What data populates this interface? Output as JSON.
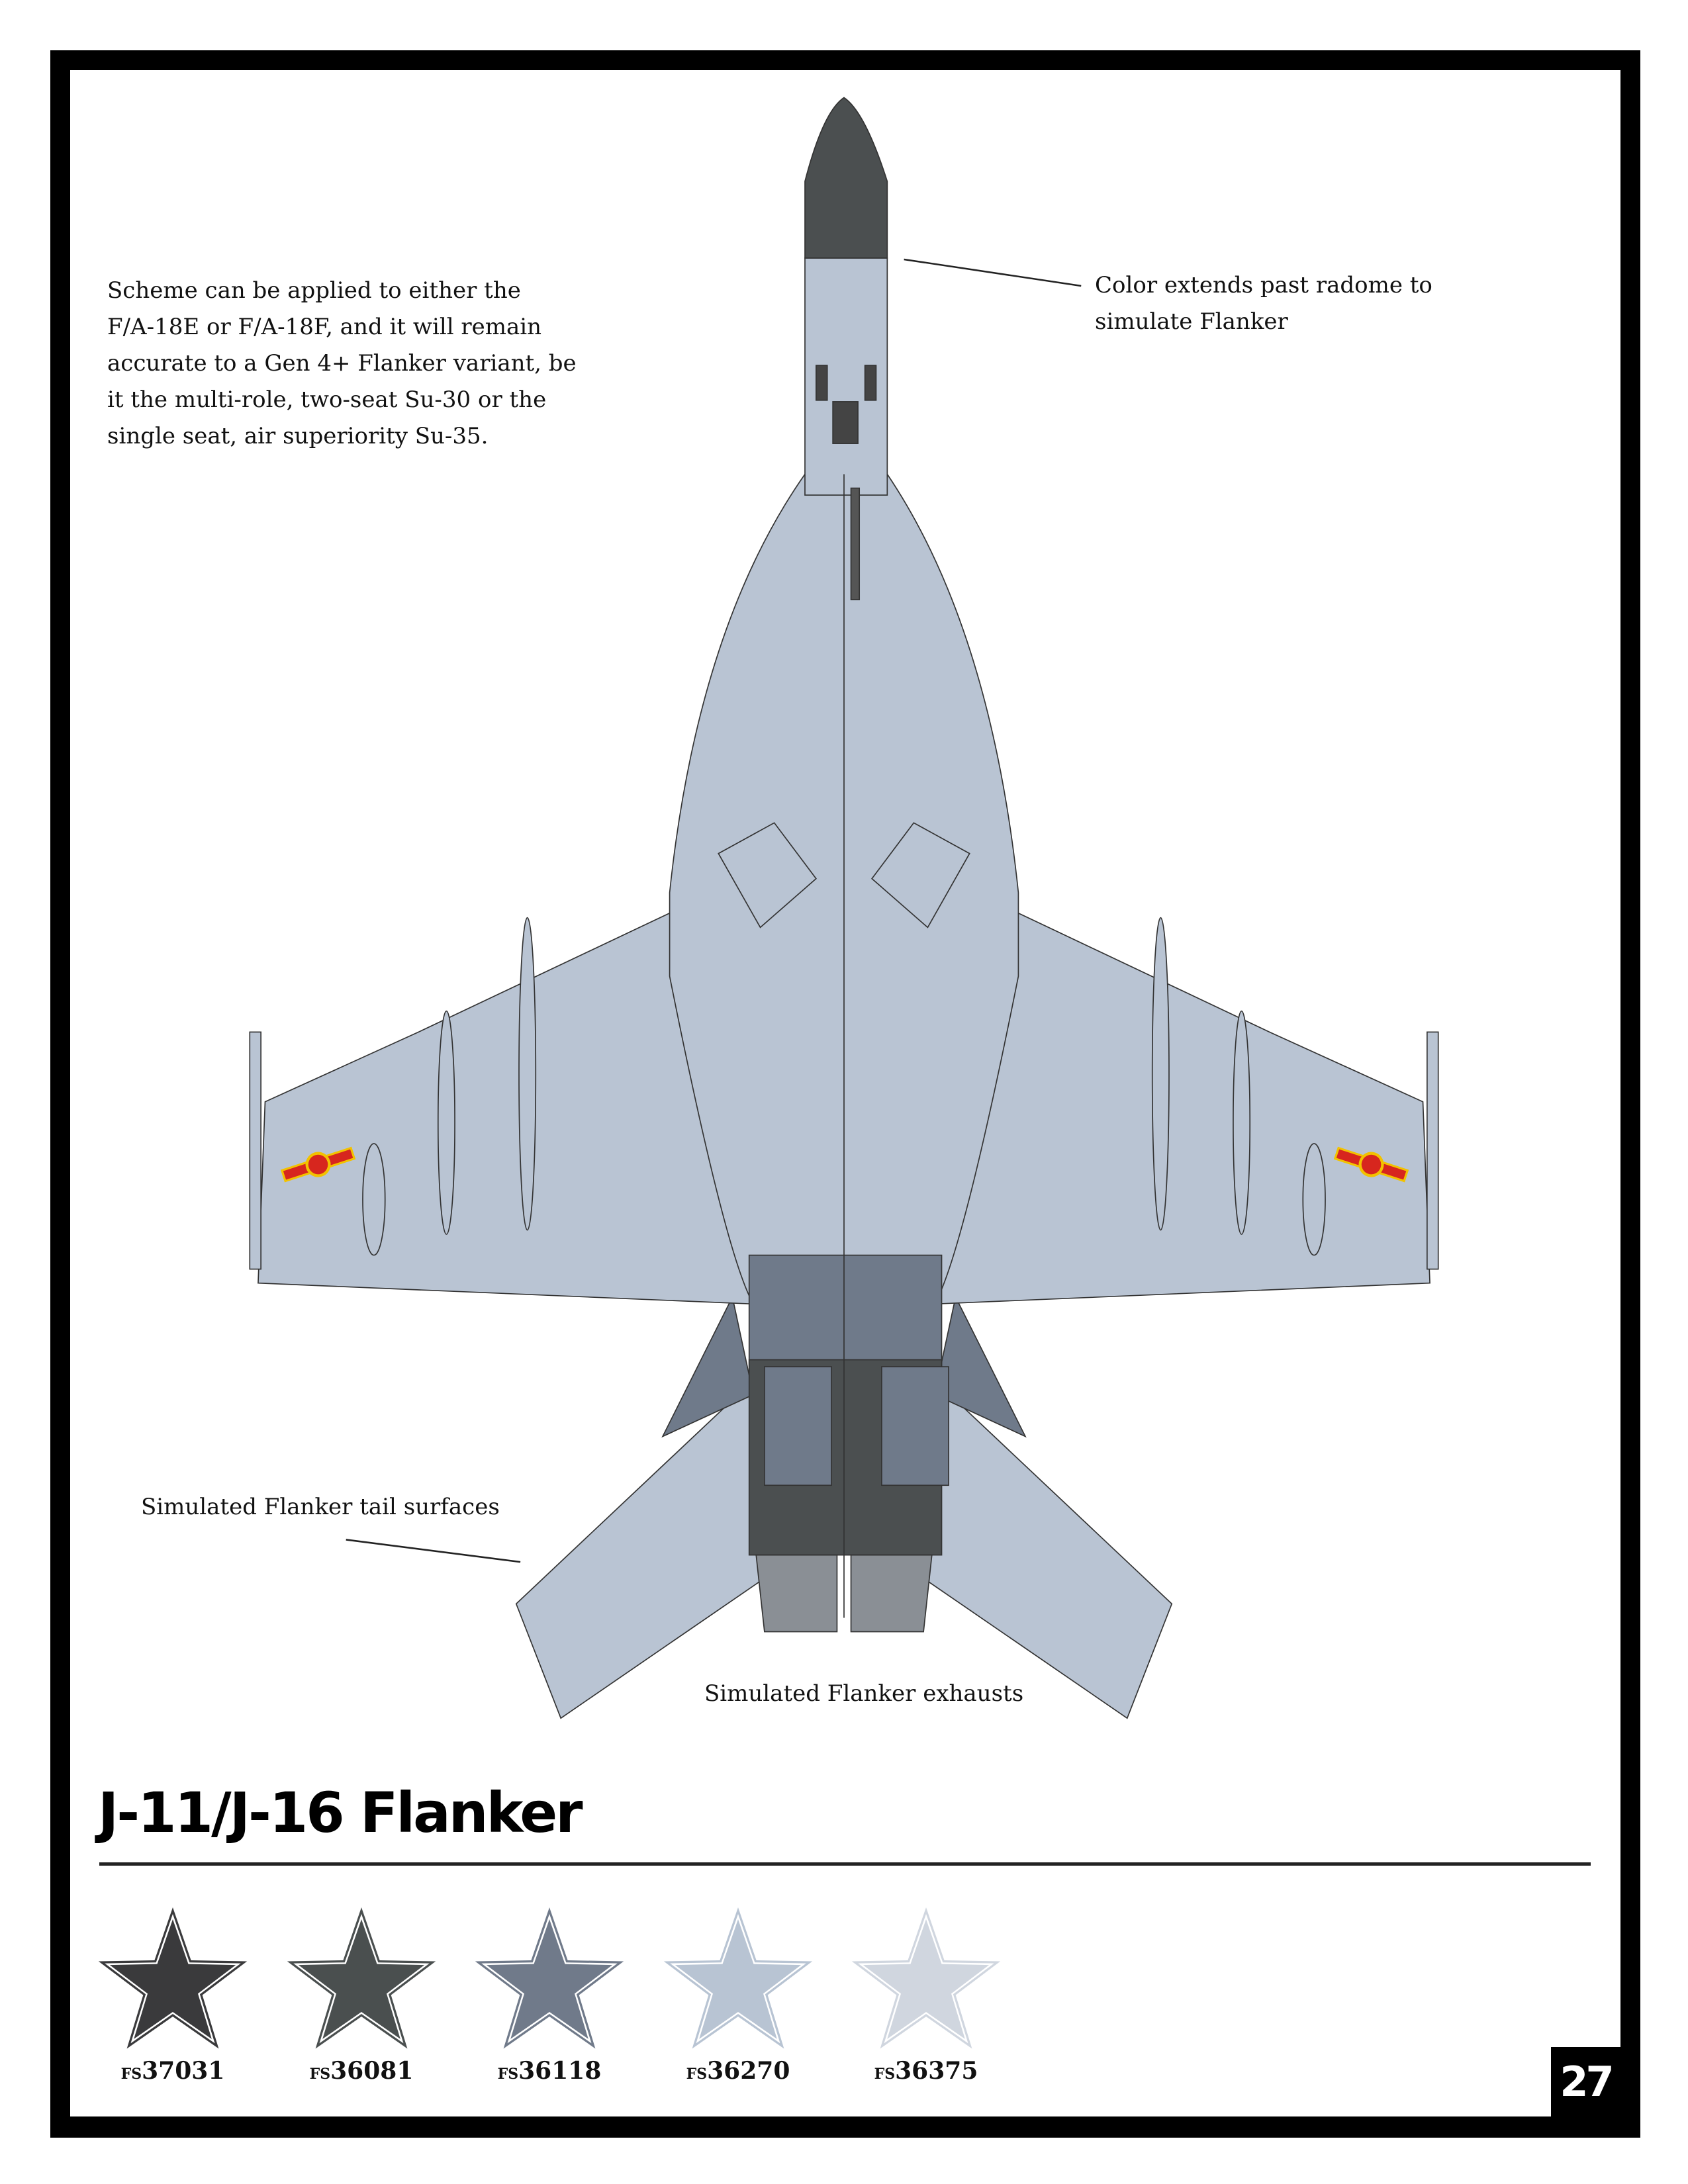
{
  "body_text": [
    "Scheme can be applied to either the",
    "F/A-18E or F/A-18F, and it will remain",
    "accurate to a Gen 4+ Flanker variant, be",
    "it the multi-role, two-seat Su-30 or the",
    "single seat, air superiority Su-35."
  ],
  "callouts": {
    "radome": [
      "Color extends past radome to",
      "simulate Flanker"
    ],
    "tail": "Simulated Flanker tail surfaces",
    "exhaust": "Simulated Flanker exhausts"
  },
  "title": "J-11/J-16 Flanker",
  "swatches": [
    {
      "prefix": "FS",
      "code": "37031",
      "color": "#3a3a3c"
    },
    {
      "prefix": "FS",
      "code": "36081",
      "color": "#4a4f4f"
    },
    {
      "prefix": "FS",
      "code": "36118",
      "color": "#707a8a"
    },
    {
      "prefix": "FS",
      "code": "36270",
      "color": "#b8c4d3"
    },
    {
      "prefix": "FS",
      "code": "36375",
      "color": "#d0d6df"
    }
  ],
  "page_number": "27",
  "colors": {
    "light": "#b9c4d3",
    "dark": "#4b4f50",
    "mid": "#6f7a8a",
    "insignia_red": "#d7261e",
    "insignia_yellow": "#f2c200"
  }
}
